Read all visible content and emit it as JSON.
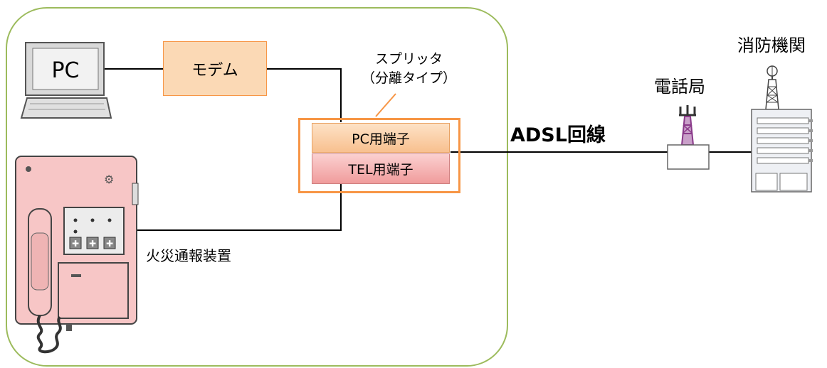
{
  "pc": {
    "label": "PC"
  },
  "modem": {
    "label": "モデム"
  },
  "splitter": {
    "title_line1": "スプリッタ",
    "title_line2": "（分離タイプ）",
    "pc_port_label": "PC用端子",
    "tel_port_label": "TEL用端子"
  },
  "fire_alarm_device": {
    "label": "火災通報装置"
  },
  "line": {
    "label": "ADSL回線"
  },
  "telephone_office": {
    "label": "電話局"
  },
  "fire_department": {
    "label": "消防機関"
  },
  "colors": {
    "premises_border": "#9cbb5c",
    "modem_fill": "#fbd9b5",
    "modem_border": "#f79646",
    "splitter_border": "#f79646",
    "pc_port_fill": "#fcd5b0",
    "tel_port_fill": "#f4b6b6",
    "device_fill": "#f7c6c6",
    "antenna_color": "#8a3a8a"
  }
}
